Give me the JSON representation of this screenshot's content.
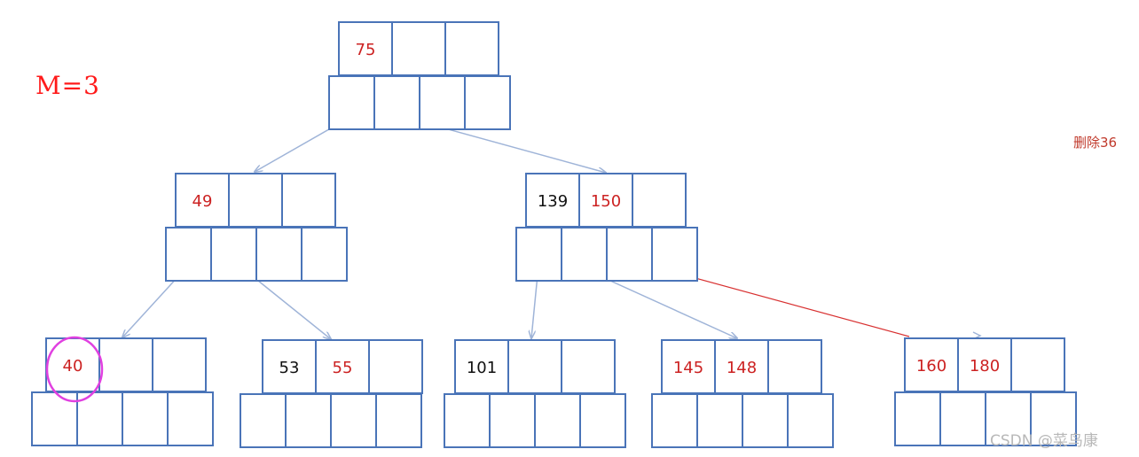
{
  "title": "M=3",
  "operation": "删除36",
  "watermark": "CSDN @菜鸟康",
  "colors": {
    "box_stroke": "#4a74b8",
    "red_key": "#cc2222",
    "black_key": "#111111",
    "arrow": "#9fb4d8",
    "red_line": "#d83030",
    "highlight_circle": "#e040e0"
  },
  "nodes": [
    {
      "id": "root",
      "keys": [
        {
          "text": "75",
          "color": "red"
        },
        {
          "text": "",
          "color": "none"
        },
        {
          "text": "",
          "color": "none"
        }
      ]
    },
    {
      "id": "left",
      "keys": [
        {
          "text": "49",
          "color": "red"
        },
        {
          "text": "",
          "color": "none"
        },
        {
          "text": "",
          "color": "none"
        }
      ]
    },
    {
      "id": "right",
      "keys": [
        {
          "text": "139",
          "color": "black"
        },
        {
          "text": "150",
          "color": "red"
        },
        {
          "text": "",
          "color": "none"
        }
      ]
    },
    {
      "id": "leaf-1",
      "keys": [
        {
          "text": "40",
          "color": "red"
        },
        {
          "text": "",
          "color": "none"
        },
        {
          "text": "",
          "color": "none"
        }
      ],
      "highlighted": true
    },
    {
      "id": "leaf-2",
      "keys": [
        {
          "text": "53",
          "color": "black"
        },
        {
          "text": "55",
          "color": "red"
        },
        {
          "text": "",
          "color": "none"
        }
      ]
    },
    {
      "id": "leaf-3",
      "keys": [
        {
          "text": "101",
          "color": "black"
        },
        {
          "text": "",
          "color": "none"
        },
        {
          "text": "",
          "color": "none"
        }
      ]
    },
    {
      "id": "leaf-4",
      "keys": [
        {
          "text": "145",
          "color": "red"
        },
        {
          "text": "148",
          "color": "red"
        },
        {
          "text": "",
          "color": "none"
        }
      ]
    },
    {
      "id": "leaf-5",
      "keys": [
        {
          "text": "160",
          "color": "red"
        },
        {
          "text": "180",
          "color": "red"
        },
        {
          "text": "",
          "color": "none"
        }
      ]
    }
  ],
  "edges": [
    {
      "from": "root",
      "to": "left",
      "style": "arrow"
    },
    {
      "from": "root",
      "to": "right",
      "style": "arrow"
    },
    {
      "from": "left",
      "to": "leaf-1",
      "style": "arrow"
    },
    {
      "from": "left",
      "to": "leaf-2",
      "style": "arrow"
    },
    {
      "from": "right",
      "to": "leaf-3",
      "style": "arrow"
    },
    {
      "from": "right",
      "to": "leaf-4",
      "style": "arrow"
    },
    {
      "from": "right",
      "to": "leaf-5",
      "style": "red-line"
    }
  ]
}
